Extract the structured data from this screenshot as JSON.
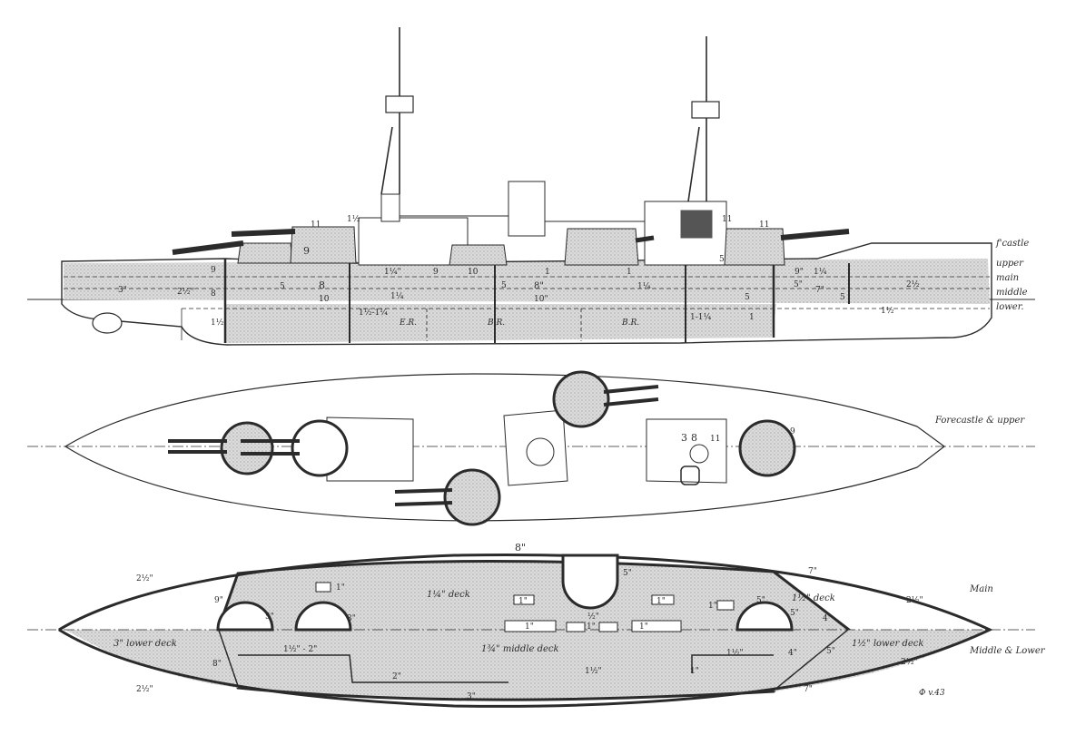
{
  "colors": {
    "ink": "#2b2b2b",
    "armor_fill": "#d6d6d6",
    "paper": "#ffffff"
  },
  "side_view": {
    "deck_labels": [
      "f'castle",
      "upper",
      "main",
      "middle",
      "lower."
    ],
    "belt_labels": {
      "bow_3": "3\"",
      "bow_2half": "2½\"",
      "fwd_9": "9",
      "fwd_8": "8",
      "fwd_1half": "1½",
      "turret_11_fwd": "11",
      "turret_1half": "1½",
      "fwd_9b": "9",
      "fwd_5": "5",
      "fwd_8b": "8",
      "fwd_10": "10",
      "bh_1quarter": "1¼\"",
      "bh_1quarter_b": "1¼",
      "bh_1half_1quarter": "1½-1¼",
      "er": "E.R.",
      "mid_9": "9",
      "mid_10": "10",
      "mid_5": "5",
      "mid_8": "8\"",
      "mid_10b": "10\"",
      "mid_1": "1",
      "mid_1b": "1",
      "mid_1quarter": "1¼",
      "br1": "B.R.",
      "br2": "B.R.",
      "aft_1_1quarter": "1-1¼",
      "aft_1": "1",
      "turret_5": "5",
      "turret_11_aft": "11",
      "turret_11_mid": "11",
      "aft_9": "9\"",
      "aft_1quarter": "1¼",
      "aft_5": "5\"",
      "aft_7": "7\"",
      "aft_5b": "5",
      "stern_2half": "2½",
      "stern_1half": "1½",
      "mid_5b": "5"
    }
  },
  "plan_upper": {
    "deck_label": "Forecastle & upper",
    "labels": {
      "n3": "3",
      "n8": "8",
      "n11": "11",
      "n9": "9"
    }
  },
  "plan_main": {
    "main_label": "Main",
    "lower_label": "Middle & Lower",
    "labels": {
      "top_8": "8\"",
      "bow_2half": "2½\"",
      "bow_2half_b": "2½\"",
      "fwd_9": "9\"",
      "fwd_5": "5\"",
      "fwd_3": "3\"",
      "fwd_8": "8\"",
      "d1a": "1\"",
      "deck_1quarter": "1¼\" deck",
      "d1b": "1\"",
      "d1c": "1\"",
      "d1d": "1\"",
      "d1e": "1\"",
      "d1f": "1\"",
      "d1g": "1\"",
      "half_1": "½\"",
      "top_5": "5\"",
      "aft_5": "5\"",
      "aft_5b": "5\"",
      "aft_7": "7\"",
      "aft_deck": "1½\" deck",
      "aft_4": "4\"",
      "aft_5c": "5\"",
      "stern_2half": "2½\"",
      "stern_2half_b": "2½\"",
      "lower_deck_fwd": "3\" lower deck",
      "lower_1half_2": "1½\" - 2\"",
      "middle_deck": "1¾\" middle deck",
      "lower_2": "2\"",
      "lower_3": "3\"",
      "lower_1half": "1½\"",
      "lower_1": "1\"",
      "lower_4": "4\"",
      "lower_7": "7\"",
      "lower_1half_b": "1½\"",
      "lower_deck_aft": "1½\" lower deck",
      "signature": "Φ v.43"
    }
  }
}
